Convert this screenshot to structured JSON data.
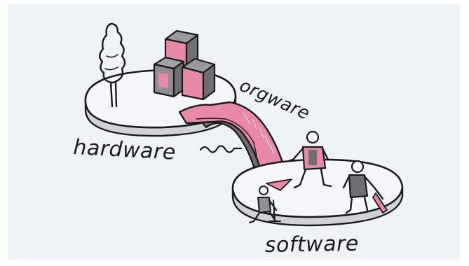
{
  "labels": {
    "hardware": "hardware",
    "orgware": "orgware",
    "software": "software"
  },
  "colors": {
    "ink": "#1a1a1a",
    "pink": "#e889a8",
    "grey": "#8f8f93",
    "dark_grey": "#6f6f73",
    "panel": "#eef3f7",
    "disc_fill": "#f5f8fa"
  }
}
